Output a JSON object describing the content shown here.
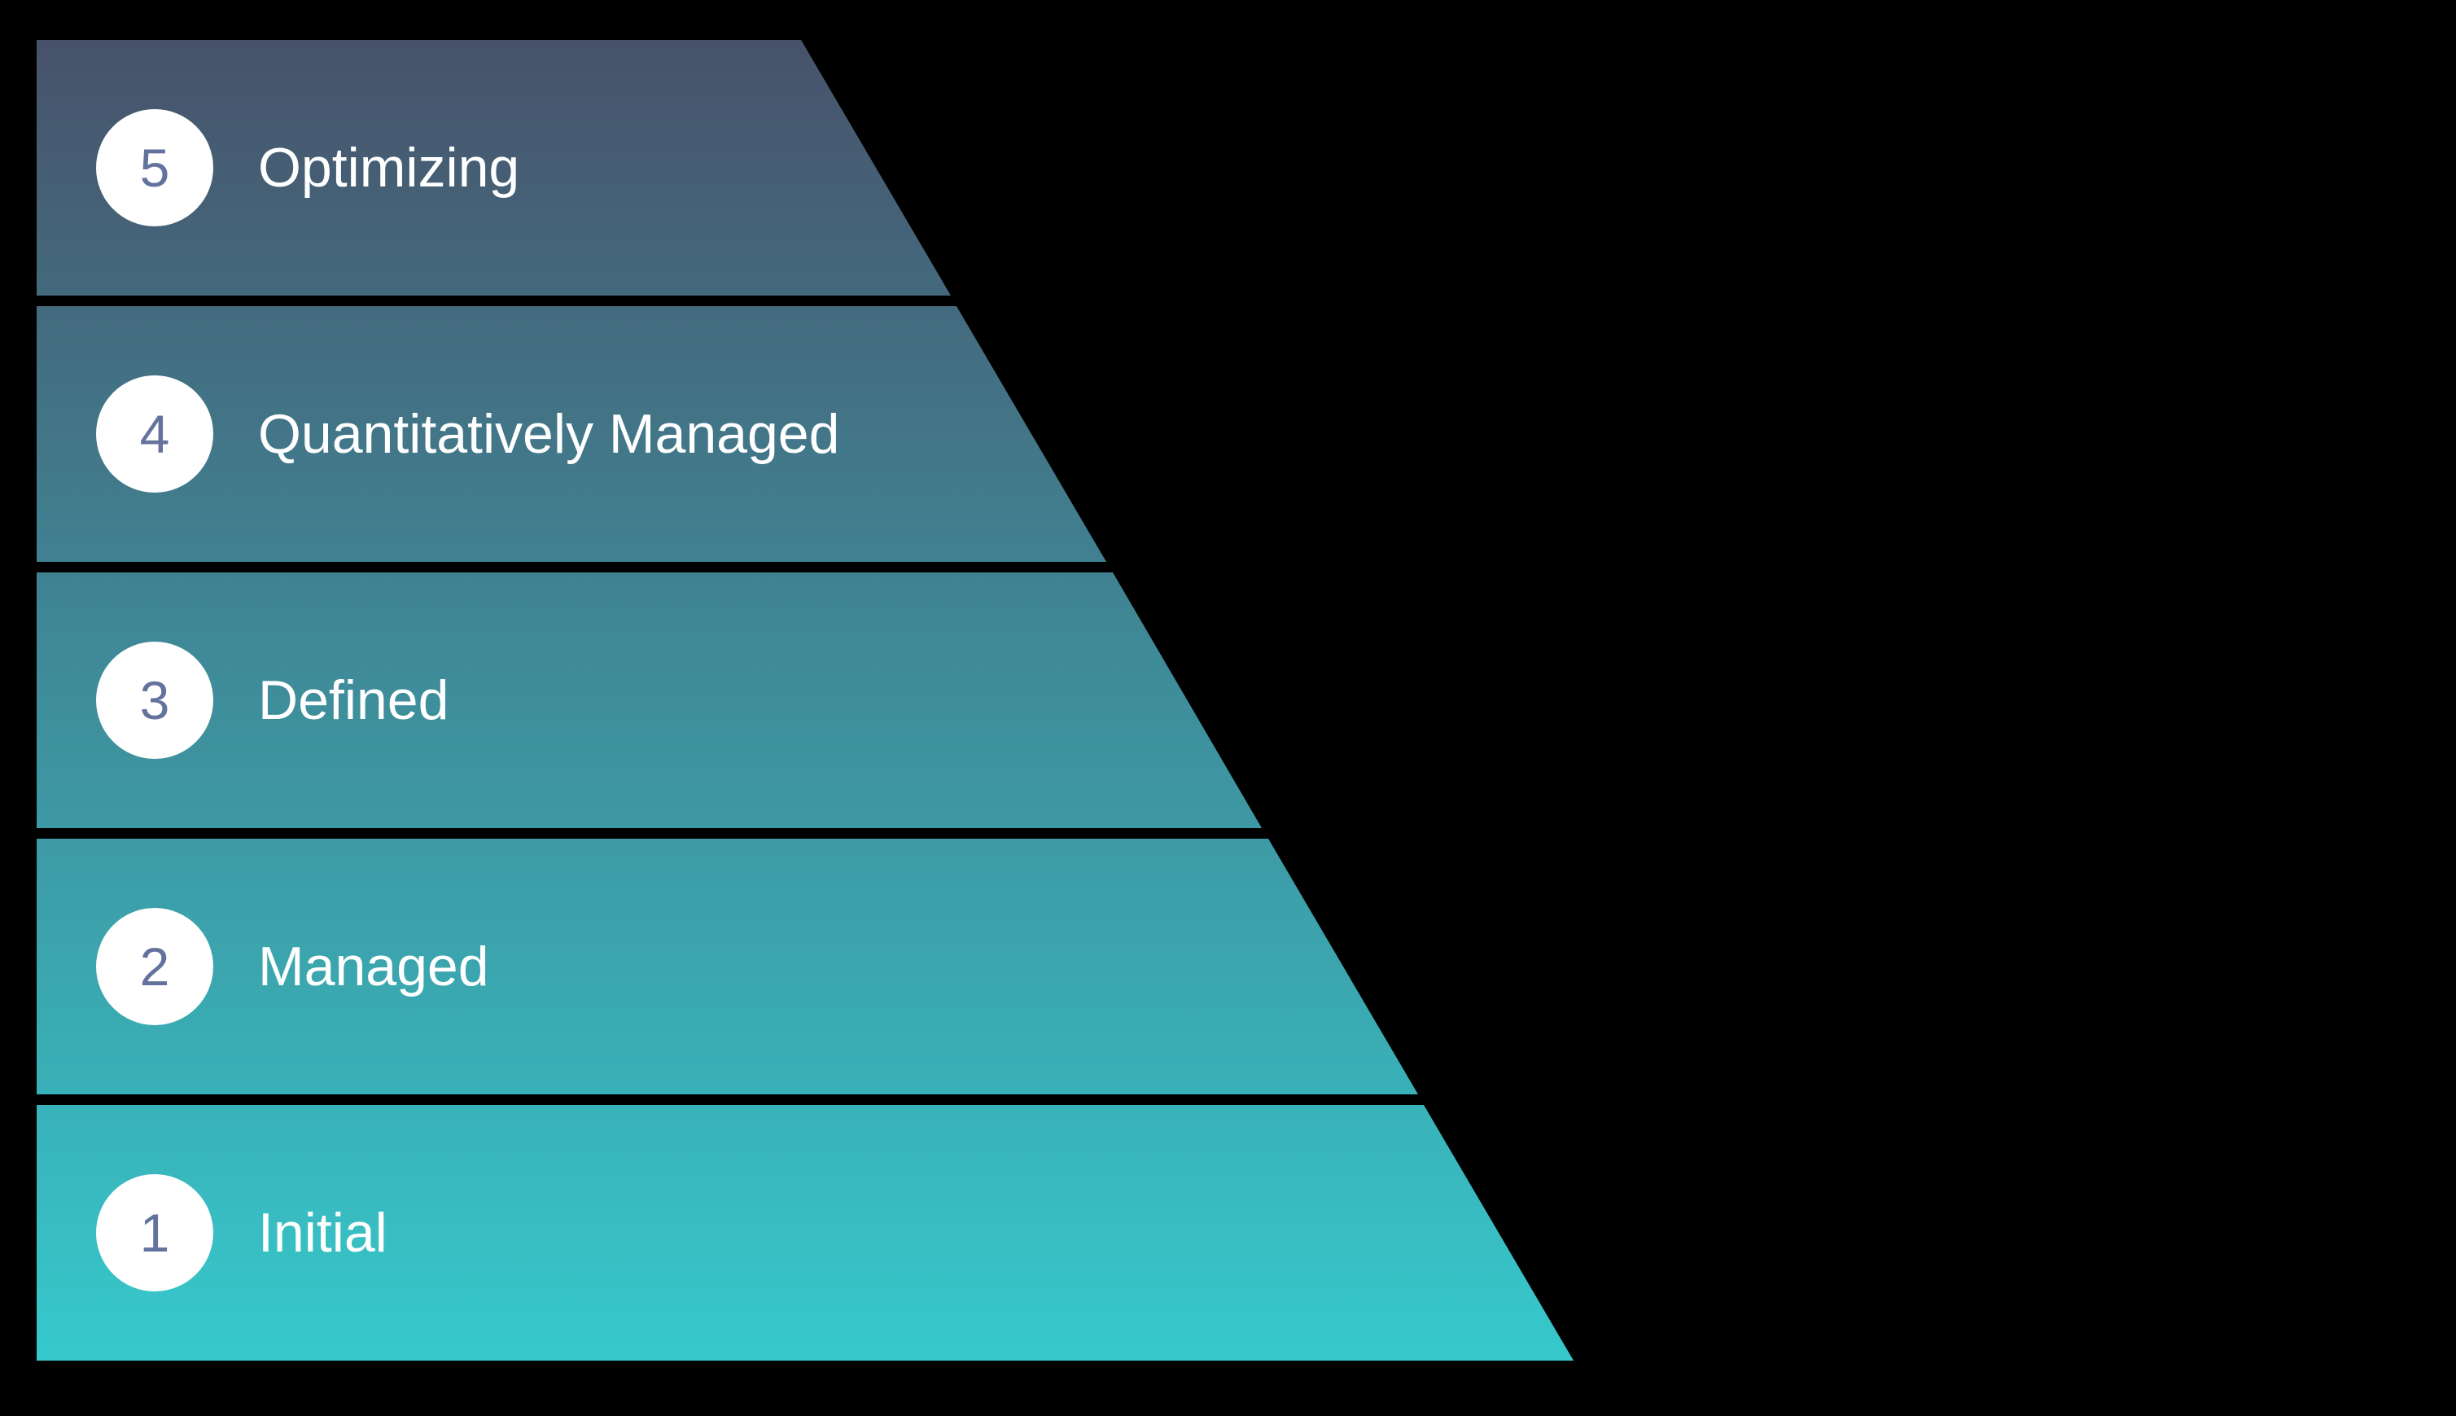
{
  "background_color": "#000000",
  "diagram": {
    "type": "stepped-half-pyramid-maturity-model",
    "gradient_top_color": "#47526A",
    "gradient_bottom_color": "#36C9CC",
    "badge_color": "#FFFFFF",
    "number_color": "#64739E",
    "label_color": "#FFFFFF",
    "levels": [
      {
        "number": "5",
        "label": "Optimizing"
      },
      {
        "number": "4",
        "label": "Quantitatively Managed"
      },
      {
        "number": "3",
        "label": "Defined"
      },
      {
        "number": "2",
        "label": "Managed"
      },
      {
        "number": "1",
        "label": "Initial"
      }
    ]
  }
}
